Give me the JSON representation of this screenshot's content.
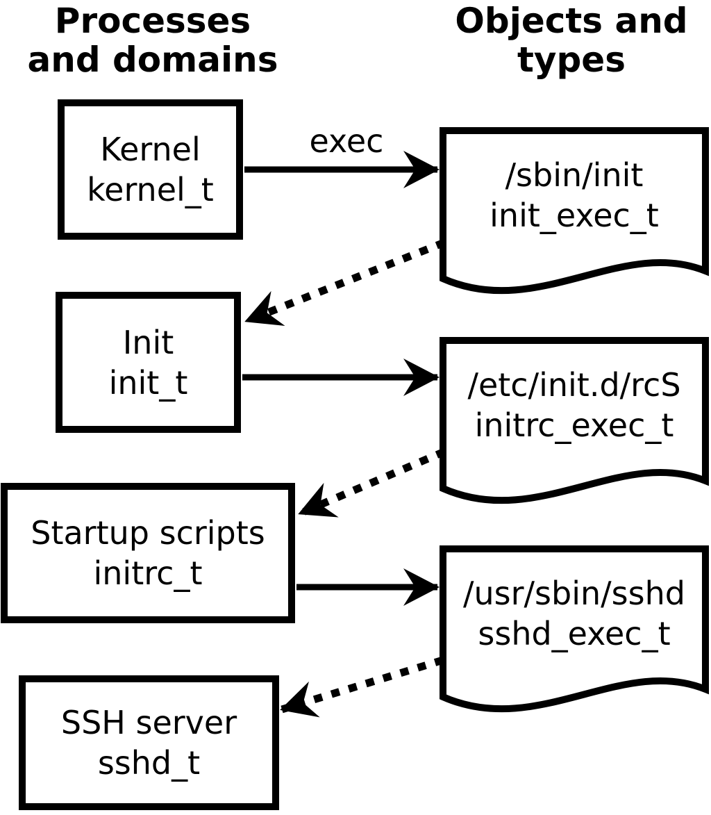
{
  "headers": {
    "left": "Processes\nand domains",
    "right": "Objects and\ntypes"
  },
  "processes": [
    {
      "name": "Kernel",
      "type": "kernel_t"
    },
    {
      "name": "Init",
      "type": "init_t"
    },
    {
      "name": "Startup scripts",
      "type": "initrc_t"
    },
    {
      "name": "SSH server",
      "type": "sshd_t"
    }
  ],
  "objects": [
    {
      "path": "/sbin/init",
      "type": "init_exec_t"
    },
    {
      "path": "/etc/init.d/rcS",
      "type": "initrc_exec_t"
    },
    {
      "path": "/usr/sbin/sshd",
      "type": "sshd_exec_t"
    }
  ],
  "arrows": {
    "exec_label": "exec"
  },
  "colors": {
    "foreground": "#000000",
    "background": "#ffffff"
  }
}
